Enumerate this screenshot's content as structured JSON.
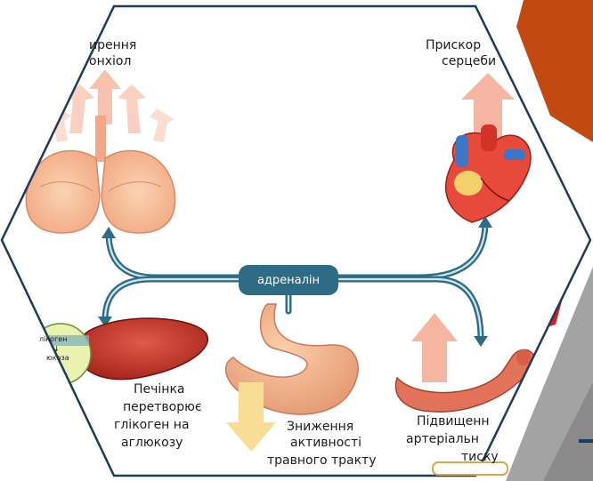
{
  "hub": {
    "label": "адреналін"
  },
  "labels": {
    "bronchi": [
      "ирення",
      "онхіол"
    ],
    "heart": [
      "Прискор",
      "серцеби"
    ],
    "liver": [
      "Печінка",
      "перетворює",
      "глікоген на",
      "аглюкозу"
    ],
    "stomach": [
      "Зниження",
      "активності",
      "травного тракту"
    ],
    "pressure": [
      "Підвищенн",
      "артеріальн",
      "тиску"
    ],
    "liver_inset": [
      "лікоген",
      "↓",
      "юкоза"
    ]
  },
  "colors": {
    "frame": "#1f3a5f",
    "hub": "#2e6b85",
    "arrow_up": "#f6b7a3",
    "arrow_down": "#f9dd94",
    "banner_orange": "#c24a12",
    "banner_red": "#d81f1f",
    "banner_gray": "#9c9c9c"
  }
}
